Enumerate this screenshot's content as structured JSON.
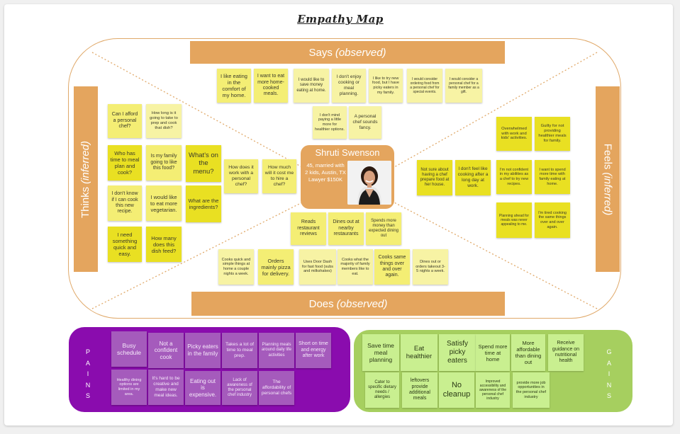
{
  "title": "Empathy Map",
  "sections": {
    "says_label": "Says",
    "says_qualifier": "(observed)",
    "does_label": "Does",
    "does_qualifier": "(observed)",
    "thinks_label": "Thinks",
    "thinks_qualifier": "(inferred)",
    "feels_label": "Feels",
    "feels_qualifier": "(inferred)"
  },
  "persona": {
    "name": "Shruti Swenson",
    "description": "45, married with 2 kids, Austin, TX Lawyer $150K"
  },
  "says_notes": [
    "I like eating in the comfort of my home.",
    "I want to eat more home-cooked meals.",
    "I would like to save money eating at home.",
    "I don't enjoy cooking or meal planning.",
    "I like to try new food, but I have picky eaters in my family.",
    "I would consider ordering food from a personal chef for special events.",
    "I would consider a personal chef for a family member as a gift.",
    "I don't mind paying a little more for healthier options.",
    "A personal chef sounds fancy."
  ],
  "thinks_notes": [
    "Can I afford a personal chef?",
    "How long is it going to take to prep and cook that dish?",
    "Who has time to meal plan and cook?",
    "Is my family going to like this food?",
    "What's on the menu?",
    "How does it work with a personal chef?",
    "How much will it cost me to hire a chef?",
    "I don't know if I can cook this new recipe.",
    "I would like to eat more vegetarian.",
    "What are the ingredients?",
    "I need something quick and easy.",
    "How many does this dish feed?"
  ],
  "feels_notes": [
    "Overwhelmed with work and kids' activities.",
    "Guilty for not providing healthier meals for family.",
    "Not sure about having a chef prepare food at her house.",
    "I don't feel like cooking after a long day at work.",
    "I'm not confident in my abilities as a chef to try new recipes.",
    "I want to spend more time with family eating at home.",
    "Planning ahead for meals was never appealing to me.",
    "I'm tired cooking the same things over and over again."
  ],
  "does_notes": [
    "Reads restaurant reviews",
    "Dines out at nearby restaurants",
    "Spends more money than expected dining out",
    "Cooks quick and simple things at home a couple nights a week.",
    "Orders mainly pizza for delivery.",
    "Uses Door Dash for fast food (subs and milkshakes)",
    "Cooks what the majority of family members like to eat.",
    "Cooks same things over and over again.",
    "Dines out or orders takeout 3-5 nights a week."
  ],
  "pains": {
    "label_letters": [
      "P",
      "A",
      "I",
      "N",
      "S"
    ],
    "notes": [
      "Busy schedule",
      "Not a confident cook",
      "Picky eaters in the family",
      "Takes a lot of time to meal prep.",
      "Planning meals around daily life activities",
      "Short on time and energy after work",
      "Healthy dining options are limited in my area.",
      "It's hard to be creative and make new meal ideas.",
      "Eating out is expensive.",
      "Lack of awareness of the personal chef industry",
      "The affordability of personal chefs"
    ]
  },
  "gains": {
    "label_letters": [
      "G",
      "A",
      "I",
      "N",
      "S"
    ],
    "notes": [
      "Save time meal planning",
      "Eat healthier",
      "Satisfy picky eaters",
      "Spend more time at home",
      "More affordable than dining out",
      "Receive guidance on nutritional health",
      "Cater to specific dietary needs / allergies",
      "leftovers provide additional meals",
      "No cleanup",
      "Improved accessibility and awareness of the personal chef industry",
      "provide more job opportunities in the personal chef industry"
    ]
  },
  "colors": {
    "band": "#e4a55e",
    "sticky_yellow": "#f4ee74",
    "pains_bg": "#8a0cae",
    "pains_note": "#a55bbc",
    "gains_bg": "#a6cf5f",
    "gains_note": "#c9ef90"
  }
}
